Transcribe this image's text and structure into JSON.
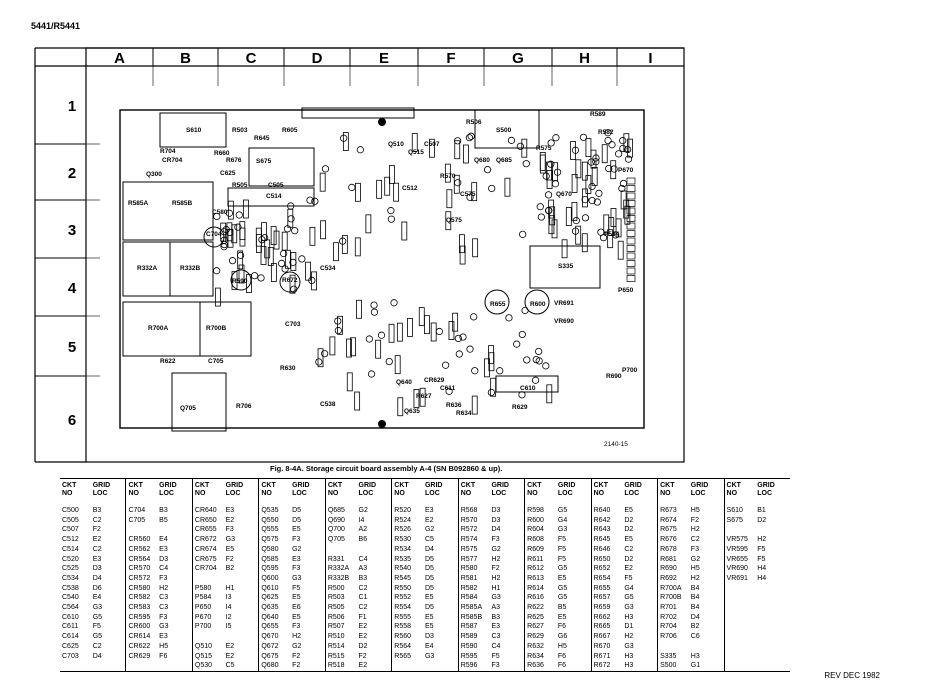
{
  "header": "5441/R5441",
  "revision": "REV DEC 1982",
  "figure": {
    "id": "2140-15",
    "caption": "Fig. 8-4A. Storage circuit board assembly A-4 (SN B092860 & up)."
  },
  "grid": {
    "columns": [
      "A",
      "B",
      "C",
      "D",
      "E",
      "F",
      "G",
      "H",
      "I"
    ],
    "rows": [
      "1",
      "2",
      "3",
      "4",
      "5",
      "6"
    ]
  },
  "board_labels": [
    "S610",
    "R503",
    "R645",
    "R605",
    "R506",
    "S500",
    "R589",
    "R582",
    "R704",
    "CR704",
    "R660",
    "R676",
    "S675",
    "Q300",
    "C625",
    "R505",
    "C505",
    "C514",
    "R585A",
    "R585B",
    "C580",
    "C704",
    "R332A",
    "R332B",
    "R590",
    "R672",
    "C534",
    "S335",
    "R655",
    "R600",
    "VR691",
    "VR690",
    "R700A",
    "R700B",
    "C703",
    "R622",
    "C705",
    "Q705",
    "R706",
    "C538",
    "R630",
    "C610",
    "R636",
    "R634",
    "R629",
    "Q640",
    "C611",
    "CR629",
    "Q635",
    "R627",
    "P700",
    "R690",
    "P670",
    "P584",
    "P650",
    "Q510",
    "C507",
    "Q515",
    "C512",
    "Q680",
    "Q685",
    "Q575",
    "C575",
    "R575",
    "R570",
    "Q670"
  ],
  "legend_headers": {
    "ckt": "CKT",
    "no": "NO",
    "grid": "GRID",
    "loc": "LOC"
  },
  "legend": [
    [
      [
        "C500",
        "B3"
      ],
      [
        "C505",
        "C2"
      ],
      [
        "C507",
        "F2"
      ],
      [
        "C512",
        "E2"
      ],
      [
        "C514",
        "C2"
      ],
      [
        "C520",
        "E3"
      ],
      [
        "C525",
        "D3"
      ],
      [
        "C534",
        "D4"
      ],
      [
        "C538",
        "D6"
      ],
      [
        "C540",
        "E4"
      ],
      [
        "C564",
        "G3"
      ],
      [
        "C610",
        "G5"
      ],
      [
        "C611",
        "F5"
      ],
      [
        "C614",
        "G5"
      ],
      [
        "C625",
        "C2"
      ],
      [
        "C703",
        "D4"
      ]
    ],
    [
      [
        "C704",
        "B3"
      ],
      [
        "C705",
        "B5"
      ],
      [
        "",
        ""
      ],
      [
        "CR560",
        "E4"
      ],
      [
        "CR562",
        "E3"
      ],
      [
        "CR564",
        "D3"
      ],
      [
        "CR570",
        "C4"
      ],
      [
        "CR572",
        "F3"
      ],
      [
        "CR580",
        "H2"
      ],
      [
        "CR582",
        "C3"
      ],
      [
        "CR583",
        "C3"
      ],
      [
        "CR595",
        "F3"
      ],
      [
        "CR600",
        "G3"
      ],
      [
        "CR614",
        "E3"
      ],
      [
        "CR622",
        "H5"
      ],
      [
        "CR629",
        "F6"
      ]
    ],
    [
      [
        "CR640",
        "E3"
      ],
      [
        "CR650",
        "E2"
      ],
      [
        "CR655",
        "F3"
      ],
      [
        "CR672",
        "G3"
      ],
      [
        "CR674",
        "E5"
      ],
      [
        "CR675",
        "F2"
      ],
      [
        "CR704",
        "B2"
      ],
      [
        "",
        ""
      ],
      [
        "P580",
        "H1"
      ],
      [
        "P584",
        "I3"
      ],
      [
        "P650",
        "I4"
      ],
      [
        "P670",
        "I2"
      ],
      [
        "P700",
        "I5"
      ],
      [
        "",
        ""
      ],
      [
        "Q510",
        "E2"
      ],
      [
        "Q515",
        "E2"
      ],
      [
        "Q530",
        "C5"
      ]
    ],
    [
      [
        "Q535",
        "D5"
      ],
      [
        "Q550",
        "D5"
      ],
      [
        "Q555",
        "E5"
      ],
      [
        "Q575",
        "F3"
      ],
      [
        "Q580",
        "G2"
      ],
      [
        "Q585",
        "E3"
      ],
      [
        "Q595",
        "F3"
      ],
      [
        "Q600",
        "G3"
      ],
      [
        "Q610",
        "F5"
      ],
      [
        "Q625",
        "E5"
      ],
      [
        "Q635",
        "E6"
      ],
      [
        "Q640",
        "E5"
      ],
      [
        "Q655",
        "F3"
      ],
      [
        "Q670",
        "H2"
      ],
      [
        "Q672",
        "G2"
      ],
      [
        "Q675",
        "F2"
      ],
      [
        "Q680",
        "F2"
      ]
    ],
    [
      [
        "Q685",
        "G2"
      ],
      [
        "Q690",
        "I4"
      ],
      [
        "Q700",
        "A2"
      ],
      [
        "Q705",
        "B6"
      ],
      [
        "",
        ""
      ],
      [
        "R331",
        "C4"
      ],
      [
        "R332A",
        "A3"
      ],
      [
        "R332B",
        "B3"
      ],
      [
        "R500",
        "C2"
      ],
      [
        "R503",
        "C1"
      ],
      [
        "R505",
        "C2"
      ],
      [
        "R506",
        "F1"
      ],
      [
        "R507",
        "E2"
      ],
      [
        "R510",
        "E2"
      ],
      [
        "R514",
        "D2"
      ],
      [
        "R515",
        "F2"
      ],
      [
        "R518",
        "E2"
      ]
    ],
    [
      [
        "R520",
        "E3"
      ],
      [
        "R524",
        "E2"
      ],
      [
        "R526",
        "G2"
      ],
      [
        "R530",
        "C5"
      ],
      [
        "R534",
        "D4"
      ],
      [
        "R535",
        "D5"
      ],
      [
        "R540",
        "D5"
      ],
      [
        "R545",
        "D5"
      ],
      [
        "R550",
        "D5"
      ],
      [
        "R552",
        "E5"
      ],
      [
        "R554",
        "D5"
      ],
      [
        "R555",
        "E5"
      ],
      [
        "R558",
        "E5"
      ],
      [
        "R560",
        "D3"
      ],
      [
        "R564",
        "E4"
      ],
      [
        "R565",
        "G3"
      ]
    ],
    [
      [
        "R568",
        "D3"
      ],
      [
        "R570",
        "D3"
      ],
      [
        "R572",
        "D4"
      ],
      [
        "R574",
        "F3"
      ],
      [
        "R575",
        "G2"
      ],
      [
        "R577",
        "H2"
      ],
      [
        "R580",
        "F2"
      ],
      [
        "R581",
        "H2"
      ],
      [
        "R582",
        "H1"
      ],
      [
        "R584",
        "G3"
      ],
      [
        "R585A",
        "A3"
      ],
      [
        "R585B",
        "B3"
      ],
      [
        "R587",
        "E3"
      ],
      [
        "R589",
        "C3"
      ],
      [
        "R590",
        "C4"
      ],
      [
        "R595",
        "F5"
      ],
      [
        "R596",
        "F3"
      ]
    ],
    [
      [
        "R598",
        "G5"
      ],
      [
        "R600",
        "G4"
      ],
      [
        "R604",
        "G3"
      ],
      [
        "R608",
        "F5"
      ],
      [
        "R609",
        "F5"
      ],
      [
        "R611",
        "F5"
      ],
      [
        "R612",
        "G5"
      ],
      [
        "R613",
        "E5"
      ],
      [
        "R614",
        "G5"
      ],
      [
        "R616",
        "G5"
      ],
      [
        "R622",
        "B5"
      ],
      [
        "R625",
        "E5"
      ],
      [
        "R627",
        "F6"
      ],
      [
        "R629",
        "G6"
      ],
      [
        "R632",
        "H5"
      ],
      [
        "R634",
        "F6"
      ],
      [
        "R636",
        "F6"
      ]
    ],
    [
      [
        "R640",
        "E5"
      ],
      [
        "R642",
        "D2"
      ],
      [
        "R643",
        "D2"
      ],
      [
        "R645",
        "E5"
      ],
      [
        "R646",
        "C2"
      ],
      [
        "R650",
        "D2"
      ],
      [
        "R652",
        "E2"
      ],
      [
        "R654",
        "F5"
      ],
      [
        "R655",
        "G4"
      ],
      [
        "R657",
        "G5"
      ],
      [
        "R659",
        "G3"
      ],
      [
        "R662",
        "H3"
      ],
      [
        "R665",
        "D1"
      ],
      [
        "R667",
        "H2"
      ],
      [
        "R670",
        "G3"
      ],
      [
        "R671",
        "H3"
      ],
      [
        "R672",
        "H3"
      ]
    ],
    [
      [
        "R673",
        "H5"
      ],
      [
        "R674",
        "F2"
      ],
      [
        "R675",
        "H2"
      ],
      [
        "R676",
        "C2"
      ],
      [
        "R678",
        "F3"
      ],
      [
        "R681",
        "G2"
      ],
      [
        "R690",
        "H5"
      ],
      [
        "R692",
        "H2"
      ],
      [
        "R700A",
        "B4"
      ],
      [
        "R700B",
        "B4"
      ],
      [
        "R701",
        "B4"
      ],
      [
        "R702",
        "D4"
      ],
      [
        "R704",
        "B2"
      ],
      [
        "R706",
        "C6"
      ],
      [
        "",
        ""
      ],
      [
        "S335",
        "H3"
      ],
      [
        "S500",
        "G1"
      ]
    ],
    [
      [
        "S610",
        "B1"
      ],
      [
        "S675",
        "D2"
      ],
      [
        "",
        ""
      ],
      [
        "VR575",
        "H2"
      ],
      [
        "VR595",
        "F5"
      ],
      [
        "VR655",
        "F5"
      ],
      [
        "VR690",
        "H4"
      ],
      [
        "VR691",
        "H4"
      ]
    ]
  ]
}
